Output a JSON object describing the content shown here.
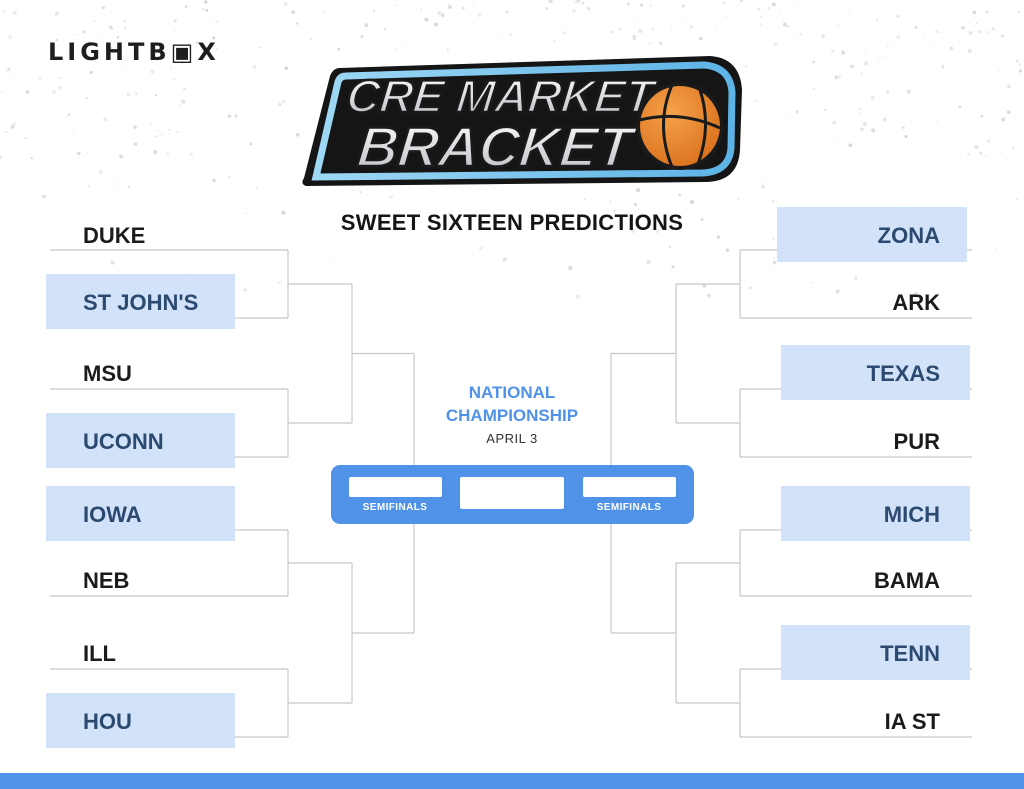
{
  "brand": {
    "name": "LIGHTB▣X"
  },
  "badge": {
    "line1": "CRE MARKET",
    "line2": "BRACKET"
  },
  "title": "SWEET SIXTEEN PREDICTIONS",
  "championship": {
    "line1": "NATIONAL",
    "line2": "CHAMPIONSHIP",
    "date": "APRIL 3"
  },
  "semifinals": {
    "left": "SEMIFINALS",
    "right": "SEMIFINALS"
  },
  "left_teams": [
    {
      "name": "DUKE",
      "highlighted": false
    },
    {
      "name": "ST JOHN'S",
      "highlighted": true
    },
    {
      "name": "MSU",
      "highlighted": false
    },
    {
      "name": "UCONN",
      "highlighted": true
    },
    {
      "name": "IOWA",
      "highlighted": true
    },
    {
      "name": "NEB",
      "highlighted": false
    },
    {
      "name": "ILL",
      "highlighted": false
    },
    {
      "name": "HOU",
      "highlighted": true
    }
  ],
  "right_teams": [
    {
      "name": "ZONA",
      "highlighted": true
    },
    {
      "name": "ARK",
      "highlighted": false
    },
    {
      "name": "TEXAS",
      "highlighted": true
    },
    {
      "name": "PUR",
      "highlighted": false
    },
    {
      "name": "MICH",
      "highlighted": true
    },
    {
      "name": "BAMA",
      "highlighted": false
    },
    {
      "name": "TENN",
      "highlighted": true
    },
    {
      "name": "IA ST",
      "highlighted": false
    }
  ],
  "colors": {
    "accent": "#4f92e8",
    "highlight": "#d2e3f9",
    "line": "#c7c7c7",
    "badge_ring": "#7cc4ee",
    "basketball": "#e8862c"
  }
}
